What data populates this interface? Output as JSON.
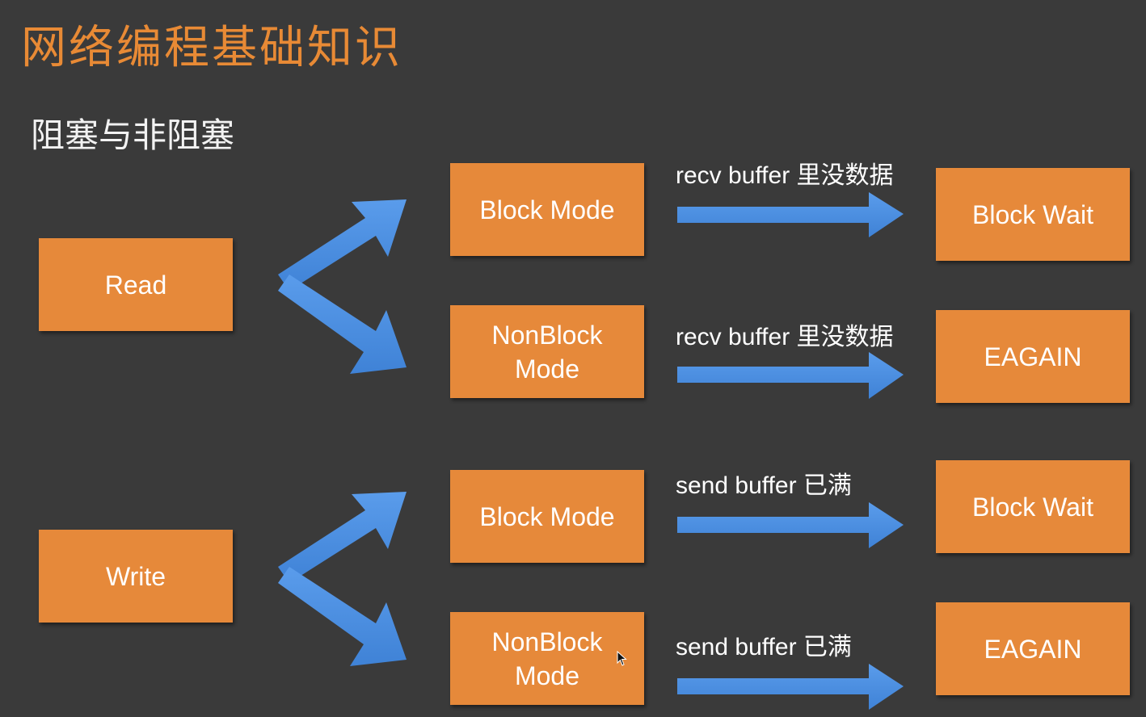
{
  "title": "网络编程基础知识",
  "subtitle": "阻塞与非阻塞",
  "sources": {
    "read": "Read",
    "write": "Write"
  },
  "modes": {
    "read_block": "Block Mode",
    "read_nonblock_line1": "NonBlock",
    "read_nonblock_line2": "Mode",
    "write_block": "Block Mode",
    "write_nonblock_line1": "NonBlock",
    "write_nonblock_line2": "Mode"
  },
  "conditions": {
    "read_block": "recv buffer 里没数据",
    "read_nonblock": "recv buffer 里没数据",
    "write_block": "send buffer 已满",
    "write_nonblock": "send buffer 已满"
  },
  "results": {
    "read_block": "Block Wait",
    "read_nonblock": "EAGAIN",
    "write_block": "Block Wait",
    "write_nonblock": "EAGAIN"
  },
  "colors": {
    "background": "#3a3a3a",
    "title": "#e88a35",
    "box": "#e6893a",
    "arrow": "#4a8fe0"
  },
  "icons": {
    "arrow": "right-arrow-icon",
    "cursor": "mouse-cursor-icon"
  }
}
